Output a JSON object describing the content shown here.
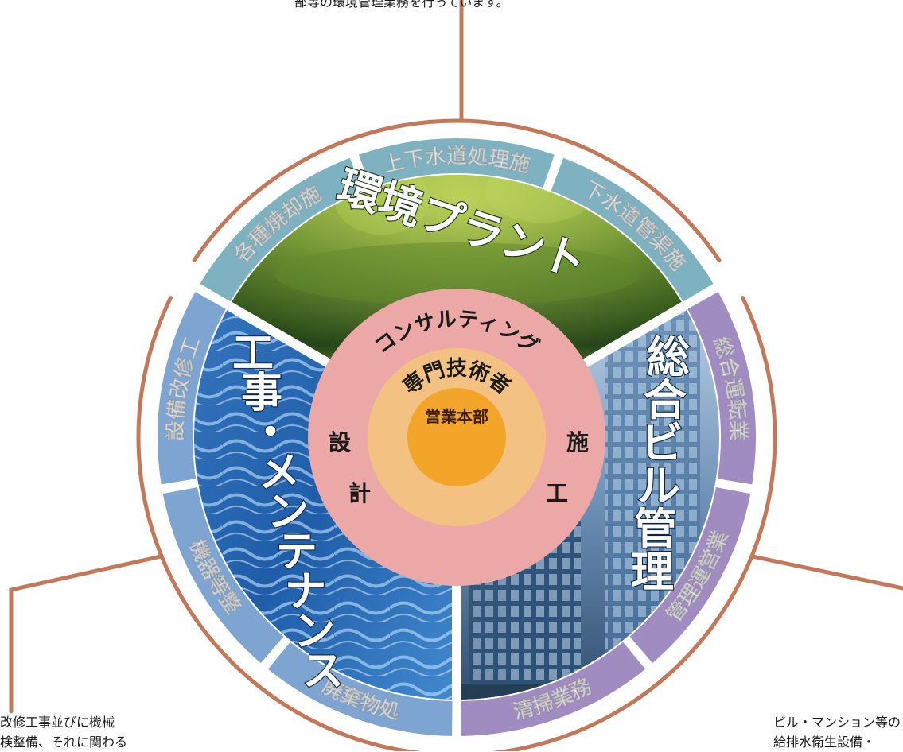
{
  "captions": {
    "top": "部等の環境管理業務を行っています。",
    "left_line1": "改修工事並びに機械",
    "left_line2": "検整備、それに関わる",
    "right_line1": "ビル・マンション等の",
    "right_line2": "給排水衛生設備・"
  },
  "center": {
    "outer_ring": "コンサルティング",
    "design": "設計",
    "construction": "施工",
    "middle_ring": "専門技術者",
    "core": "営業本部"
  },
  "sectors": {
    "environment_plant": "環境プラント",
    "construction_maintenance": "工事・メンテナンス",
    "building_management": "総合ビル管理"
  },
  "segments": {
    "incineration": "各種焼却施",
    "water_treatment": "上下水道処理施",
    "sewer_pipe": "下水道管渠施",
    "facility_repair": "設備改修工",
    "equipment_maintenance": "機器等整",
    "waste_treatment": "廃棄物処",
    "general_operation": "総合運転業",
    "management_operation": "管理運営業",
    "cleaning": "清掃業務"
  },
  "colors": {
    "teal": "#7fb2c0",
    "blue": "#7ea4d1",
    "purple": "#a18cc2",
    "pink_ring": "#eba8a6",
    "peach_ring": "#f3c283",
    "orange_core": "#f3a52a",
    "bracket": "#c4785a"
  }
}
